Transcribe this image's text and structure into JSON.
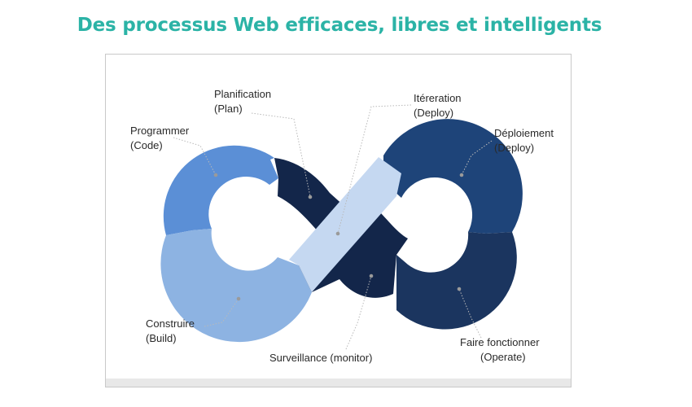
{
  "title": "Des processus Web efficaces, libres et intelligents",
  "diagram": {
    "stages": [
      {
        "id": "plan",
        "name": "Planification",
        "sub": "(Plan)",
        "color": "#13264a"
      },
      {
        "id": "code",
        "name": "Programmer",
        "sub": "(Code)",
        "color": "#5b8fd6"
      },
      {
        "id": "build",
        "name": "Construire",
        "sub": "(Build)",
        "color": "#8db3e2"
      },
      {
        "id": "monitor",
        "name": "Surveillance (monitor)",
        "sub": "",
        "color": "#13264a"
      },
      {
        "id": "iterate",
        "name": "Itéreration",
        "sub": "(Deploy)",
        "color": "#c5d8f1"
      },
      {
        "id": "deploy",
        "name": "Déploiement",
        "sub": "(Deploy)",
        "color": "#1e4479"
      },
      {
        "id": "operate",
        "name": "Faire fonctionner",
        "sub": "(Operate)",
        "color": "#1b355f"
      }
    ]
  }
}
